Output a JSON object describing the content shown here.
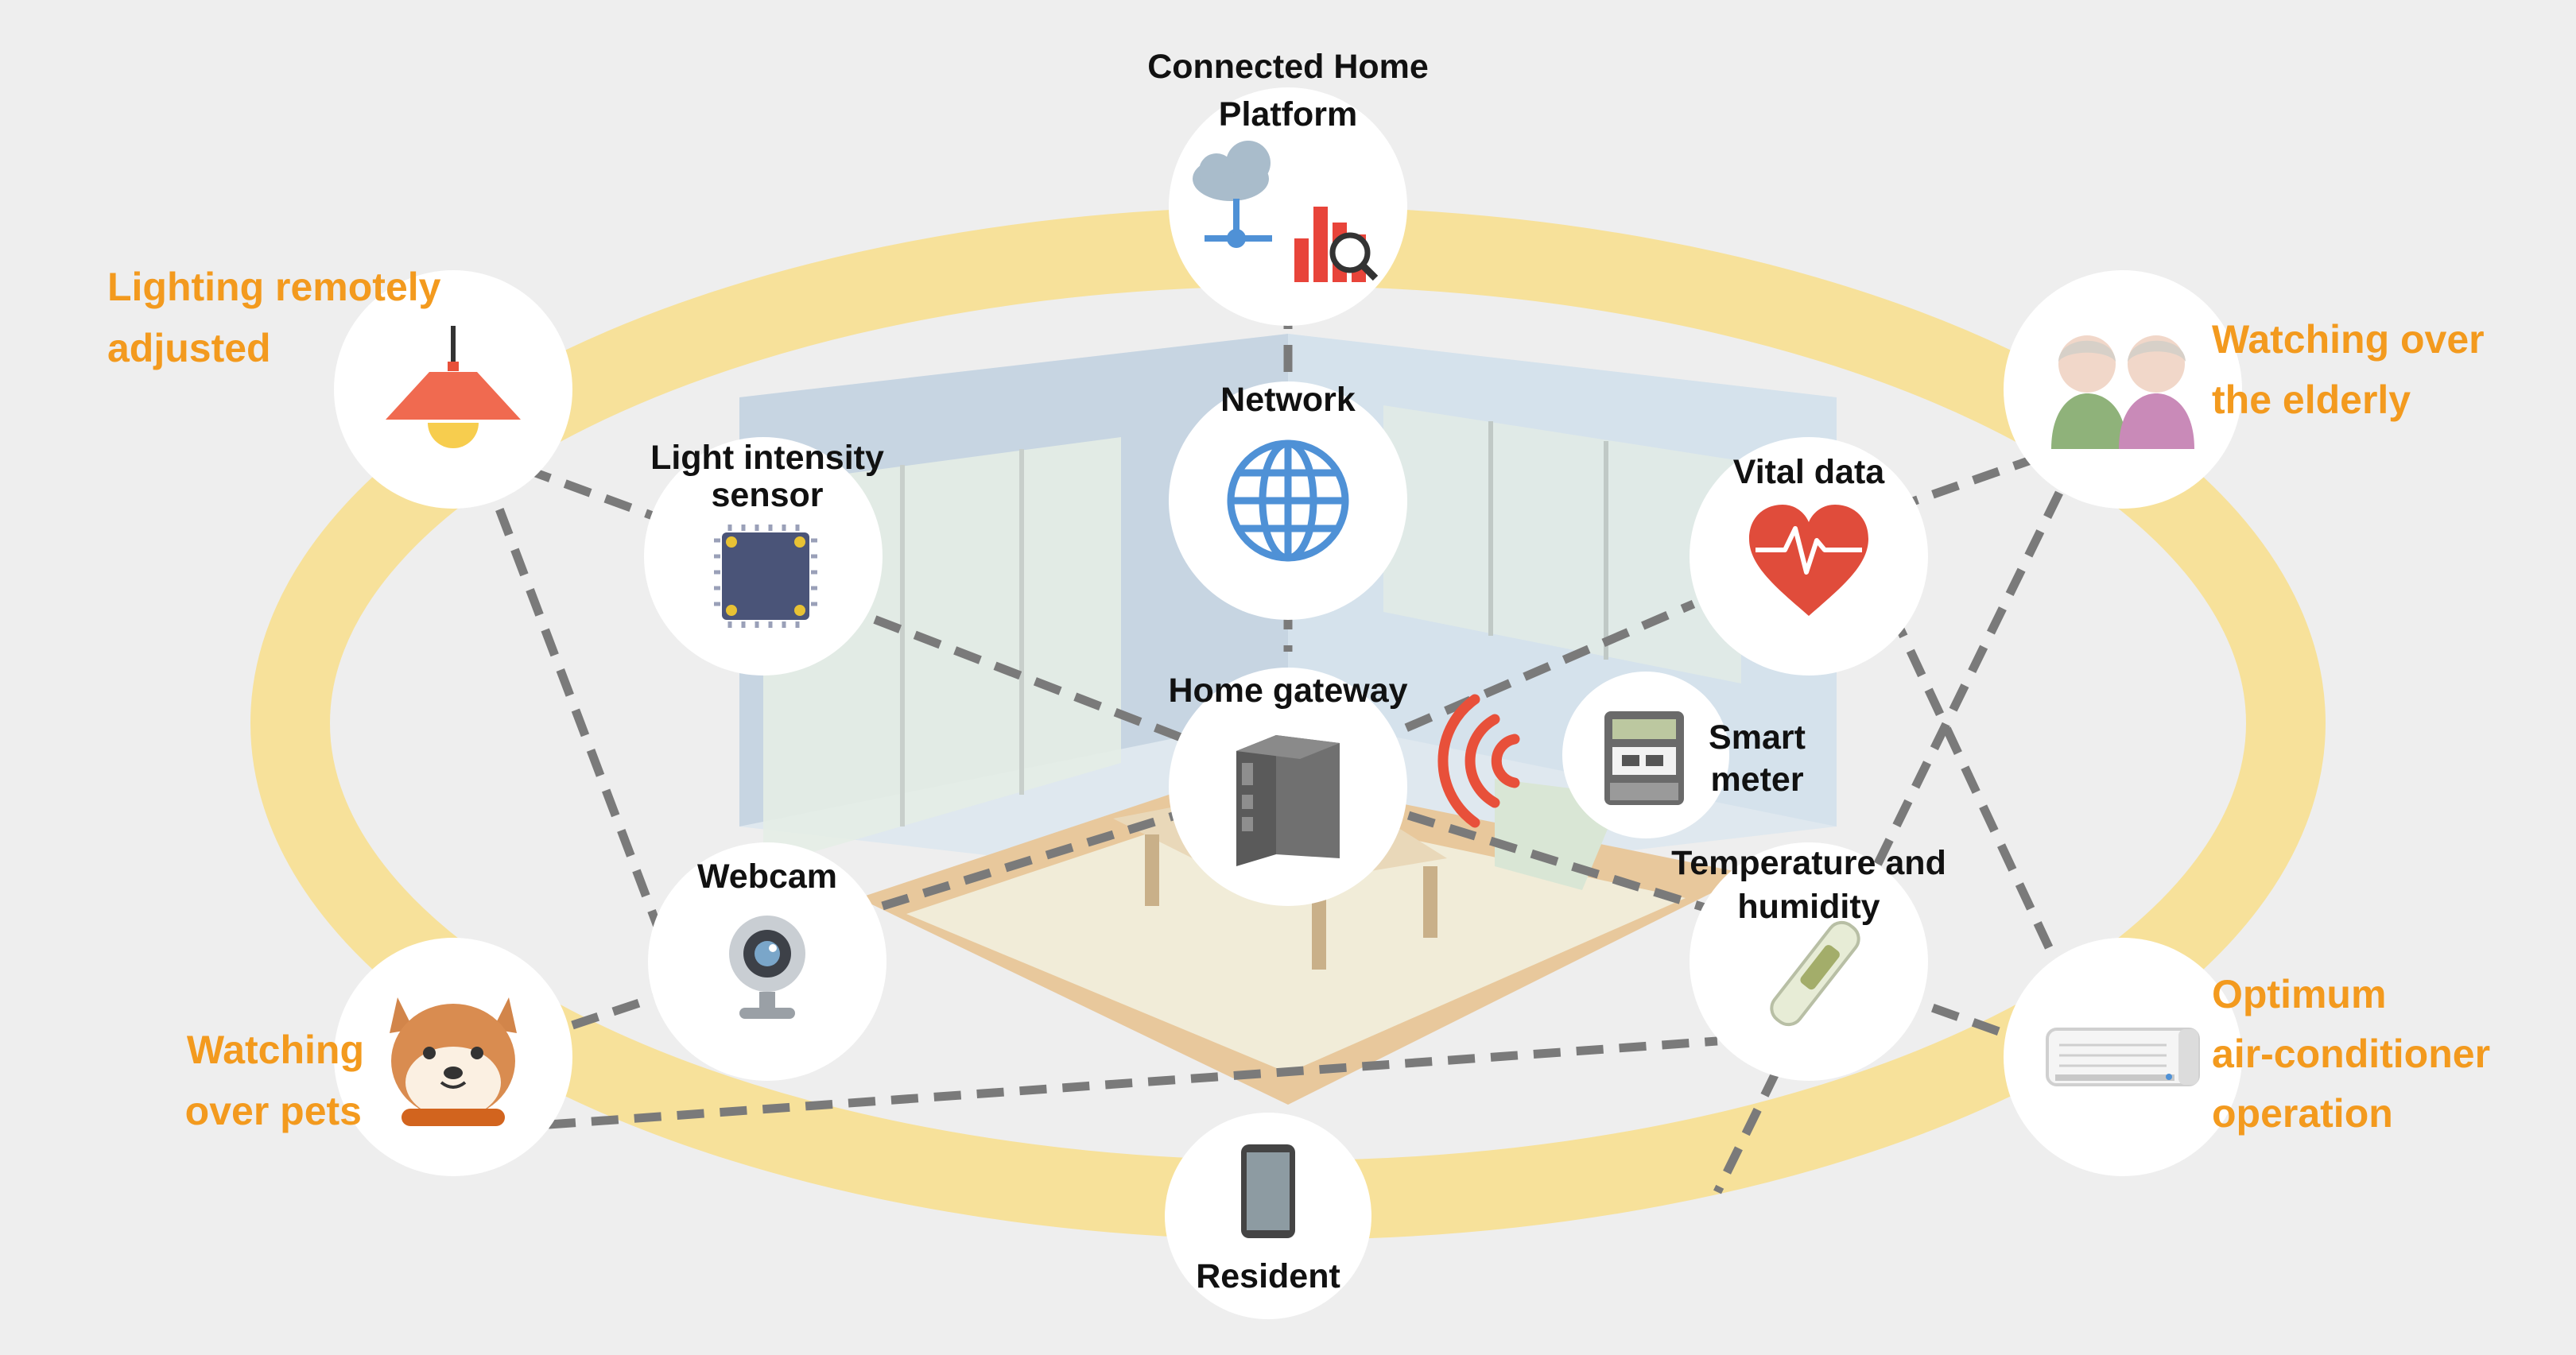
{
  "diagram": {
    "nodes": {
      "platform": {
        "label_line1": "Connected Home",
        "label_line2": "Platform",
        "icon": "cloud-network-icon"
      },
      "network": {
        "label": "Network",
        "icon": "globe-icon"
      },
      "gateway": {
        "label": "Home gateway",
        "icon": "gateway-device-icon"
      },
      "light_sensor": {
        "label_line1": "Light intensity",
        "label_line2": "sensor",
        "icon": "chip-icon"
      },
      "vital": {
        "label": "Vital data",
        "icon": "heart-pulse-icon"
      },
      "smart_meter": {
        "label_line1": "Smart",
        "label_line2": "meter",
        "icon": "meter-icon"
      },
      "webcam": {
        "label": "Webcam",
        "icon": "webcam-icon"
      },
      "temperature": {
        "label_line1": "Temperature and",
        "label_line2": "humidity",
        "icon": "thermometer-icon"
      },
      "resident": {
        "label": "Resident",
        "icon": "smartphone-icon"
      }
    },
    "services": {
      "lighting": {
        "line1": "Lighting remotely",
        "line2": "adjusted",
        "icon": "pendant-lamp-icon"
      },
      "elderly": {
        "line1": "Watching over",
        "line2": "the elderly",
        "icon": "elderly-couple-icon"
      },
      "pets": {
        "line1": "Watching",
        "line2": "over pets",
        "icon": "shiba-dog-icon"
      },
      "aircon": {
        "line1": "Optimum",
        "line2": "air-conditioner",
        "line3": "operation",
        "icon": "air-conditioner-icon"
      }
    }
  },
  "colors": {
    "background": "#eeeeee",
    "ring": "#f7e19a",
    "service_text": "#f39a1e",
    "connector": "#7a7a7a",
    "wifi": "#e8503a"
  }
}
